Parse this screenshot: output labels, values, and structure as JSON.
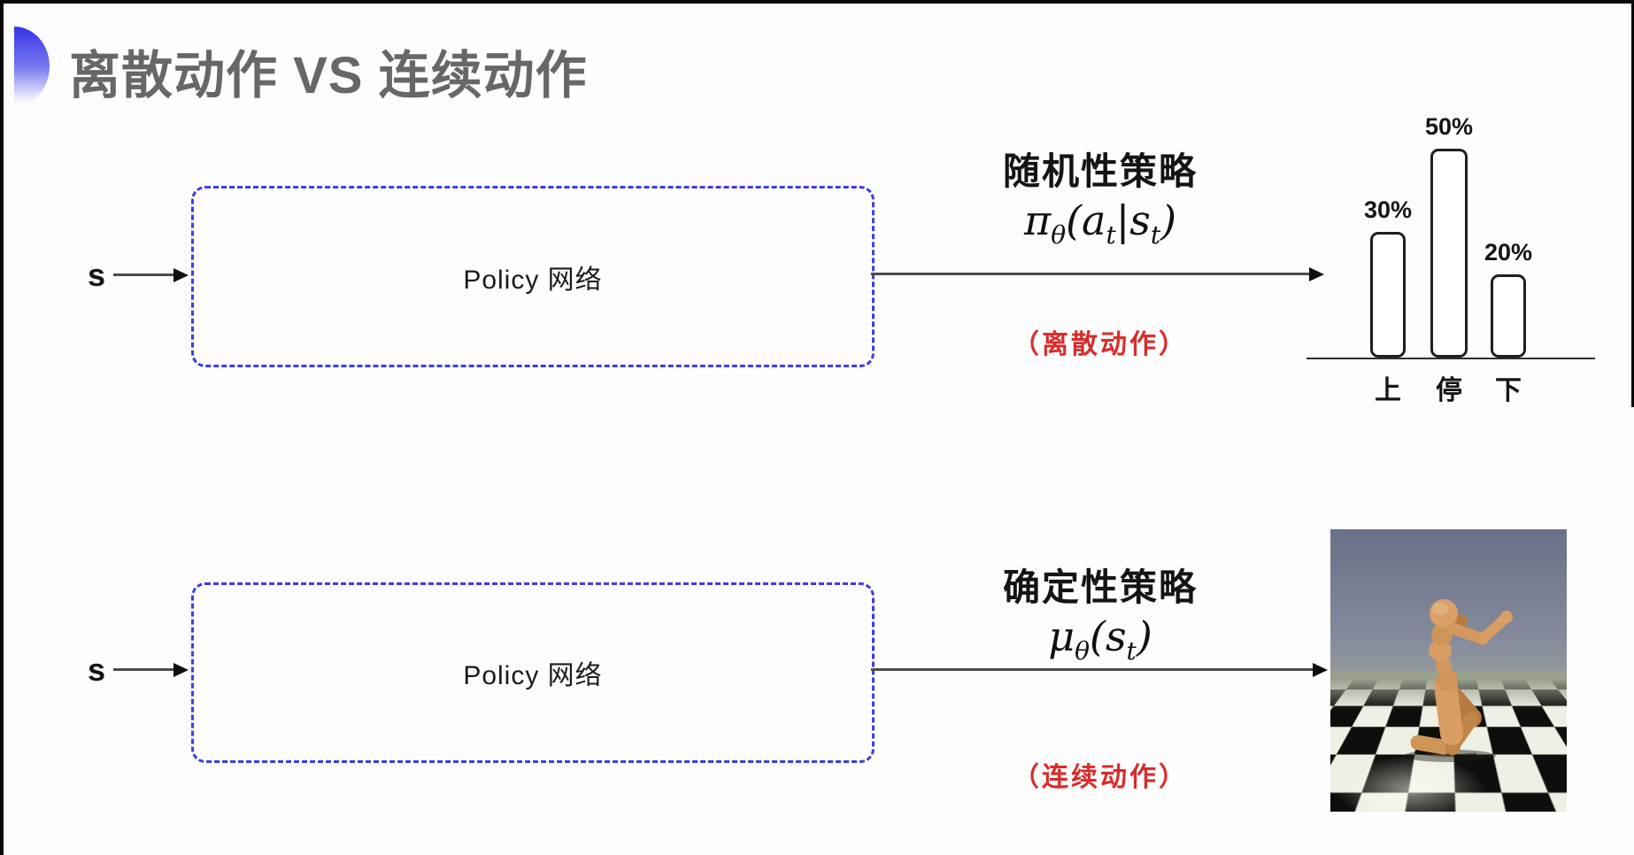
{
  "title": {
    "text": "离散动作 VS 连续动作"
  },
  "rows": {
    "top": {
      "input_label": "s",
      "box_label": "Policy 网络",
      "policy_title": "随机性策略",
      "formula": {
        "base1": "π",
        "sub1": "θ",
        "base2": "(a",
        "sub2": "t",
        "base3": "|s",
        "sub3": "t",
        "base4": ")"
      },
      "note": "（离散动作）"
    },
    "bottom": {
      "input_label": "s",
      "box_label": "Policy 网络",
      "policy_title": "确定性策略",
      "formula": {
        "base1": "μ",
        "sub1": "θ",
        "base2": "(s",
        "sub2": "t",
        "base3": ")"
      },
      "note": "（连续动作）"
    }
  },
  "chart_data": {
    "type": "bar",
    "categories": [
      "上",
      "停",
      "下"
    ],
    "values": [
      30,
      50,
      20
    ],
    "value_labels": [
      "30%",
      "50%",
      "20%"
    ],
    "title": "",
    "xlabel": "",
    "ylabel": "",
    "ylim": [
      0,
      55
    ],
    "grid": false,
    "legend": "none",
    "bar_style": "white fill, black rounded outline"
  },
  "image_alt": "MuJoCo humanoid robot running on black-and-white checkerboard floor",
  "colors": {
    "accent_blue": "#3e3ee0",
    "note_red": "#d92c2c",
    "title_gray": "#676767",
    "ink": "#141414"
  }
}
